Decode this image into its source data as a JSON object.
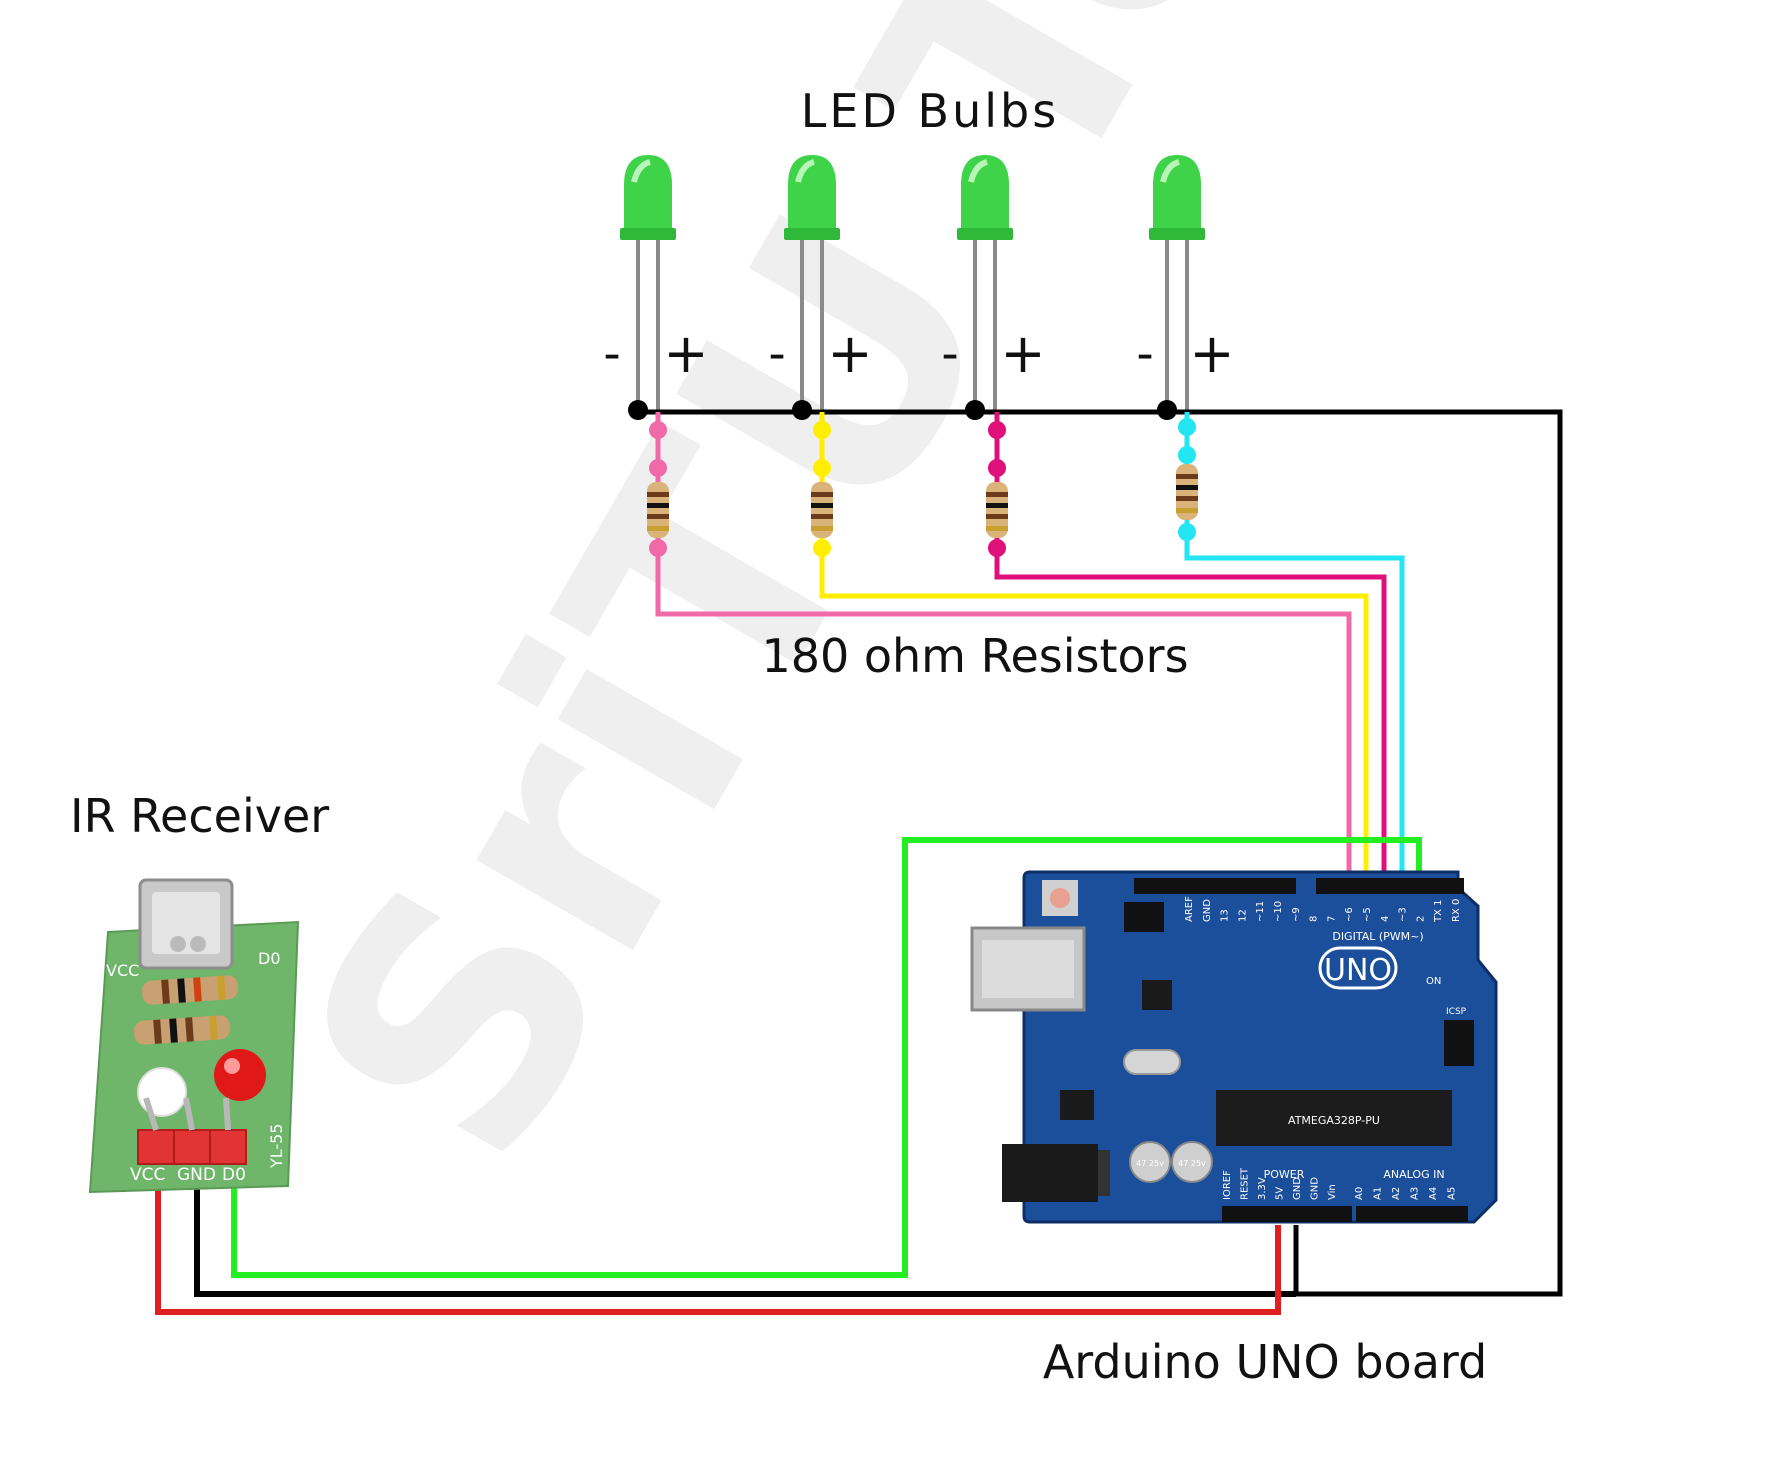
{
  "watermark": "SriTU Tech",
  "labels": {
    "led_bulbs": "LED Bulbs",
    "resistors": "180 ohm Resistors",
    "ir_receiver": "IR Receiver",
    "arduino": "Arduino UNO board"
  },
  "polarity": {
    "minus": "-",
    "plus": "+"
  },
  "ir_module": {
    "pin_labels": [
      "VCC",
      "GND",
      "D0"
    ],
    "left_label": "VCC",
    "right_label": "D0",
    "model": "YL-55"
  },
  "arduino_board": {
    "logo": "UNO",
    "digital_label": "DIGITAL (PWM~)",
    "power_label": "POWER",
    "analog_label": "ANALOG IN",
    "on_label": "ON",
    "icsp_label": "ICSP",
    "chip_label": "ATMEGA328P-PU",
    "cap_label": "47 25v",
    "top_pins": [
      "AREF",
      "GND",
      "13",
      "12",
      "~11",
      "~10",
      "~9",
      "8",
      "7",
      "~6",
      "~5",
      "4",
      "~3",
      "2",
      "TX 1",
      "RX 0"
    ],
    "power_pins": [
      "IOREF",
      "RESET",
      "3.3V",
      "5V",
      "GND",
      "GND",
      "Vin"
    ],
    "analog_pins": [
      "A0",
      "A1",
      "A2",
      "A3",
      "A4",
      "A5"
    ]
  },
  "colors": {
    "led": "#3fd34a",
    "wire_pink": "#f06aa8",
    "wire_yellow": "#ffee00",
    "wire_magenta": "#e0107a",
    "wire_cyan": "#22e6f2",
    "wire_green": "#22ee22",
    "wire_red": "#e02020",
    "wire_black": "#000000",
    "board_blue": "#1b4f9c",
    "pcb_green": "#6fb56a"
  }
}
